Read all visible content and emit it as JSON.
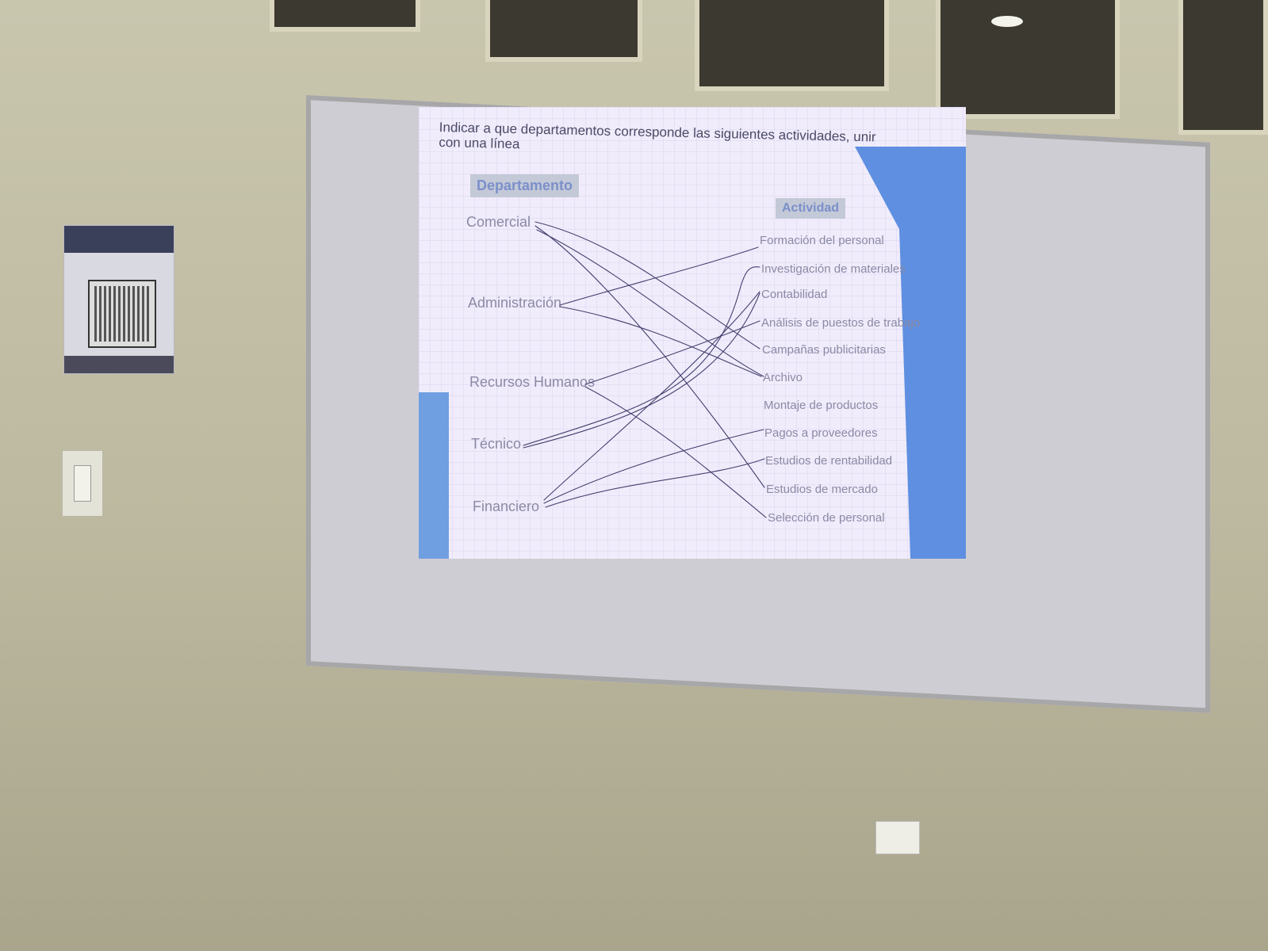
{
  "slide": {
    "instruction": "Indicar a que departamentos corresponde las siguientes actividades, unir con una línea",
    "dept_header": "Departamento",
    "act_header": "Actividad",
    "departments": [
      "Comercial",
      "Administración",
      "Recursos Humanos",
      "Técnico",
      "Financiero"
    ],
    "activities": [
      "Formación del personal",
      "Investigación de materiales",
      "Contabilidad",
      "Análisis de puestos de trabajo",
      "Campañas publicitarias",
      "Archivo",
      "Montaje de productos",
      "Pagos a proveedores",
      "Estudios de rentabilidad",
      "Estudios de mercado",
      "Selección de personal"
    ]
  },
  "colors": {
    "wall": "#c9c6ae",
    "slide_bg": "#f1ecfb",
    "text_muted": "#8b8aa5",
    "header_blue": "#7b90c9",
    "accent_blue": "#5f8fe0",
    "pen": "#44416e"
  }
}
